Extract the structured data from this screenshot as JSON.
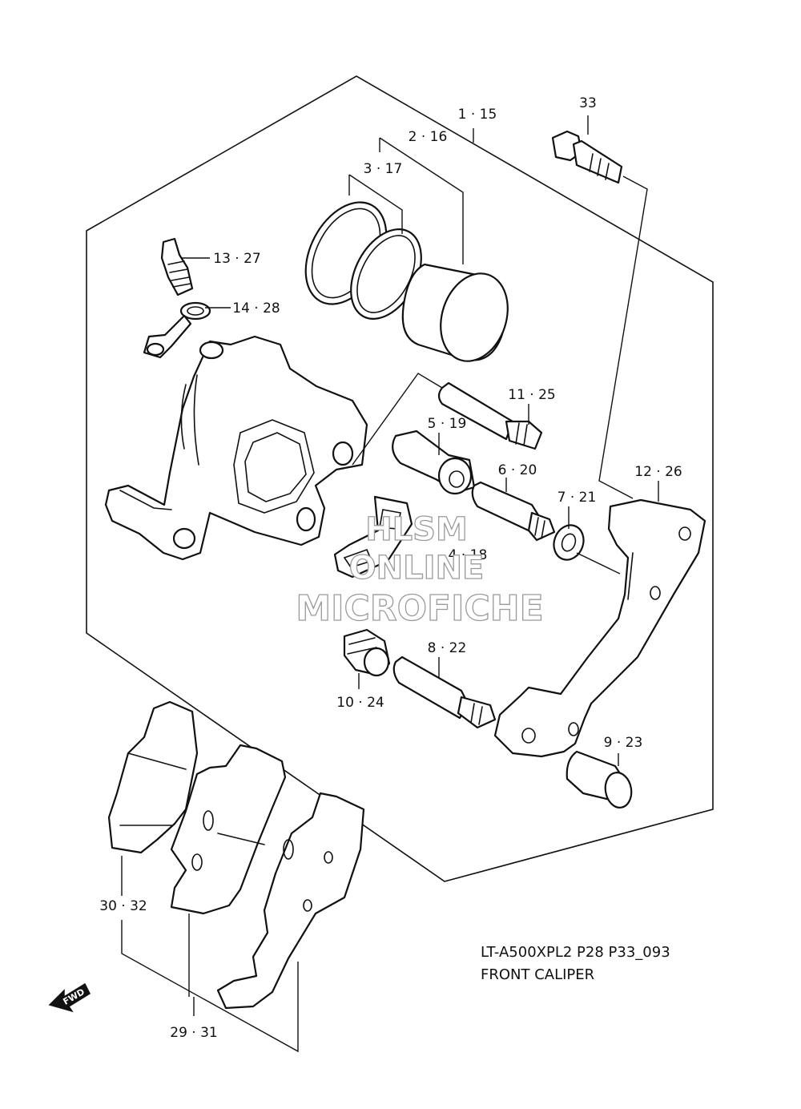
{
  "diagram": {
    "part_labels": {
      "p33": "33",
      "p1_15": "1 · 15",
      "p2_16": "2 · 16",
      "p3_17": "3 · 17",
      "p13_27": "13 · 27",
      "p14_28": "14 · 28",
      "p11_25": "11 · 25",
      "p5_19": "5 · 19",
      "p6_20": "6 · 20",
      "p12_26": "12 · 26",
      "p7_21": "7 · 21",
      "p4_18": "4 · 18",
      "p8_22": "8 · 22",
      "p10_24": "10 · 24",
      "p9_23": "9 · 23",
      "p30_32": "30 · 32",
      "p29_31": "29 · 31"
    },
    "caption": {
      "line1": "LT-A500XPL2 P28 P33_093",
      "line2": "FRONT CALIPER"
    },
    "watermark": {
      "line1": "HLSM",
      "line2": "ONLINE",
      "line3": "MICROFICHE"
    },
    "fwd_arrow_label": "FWD"
  }
}
